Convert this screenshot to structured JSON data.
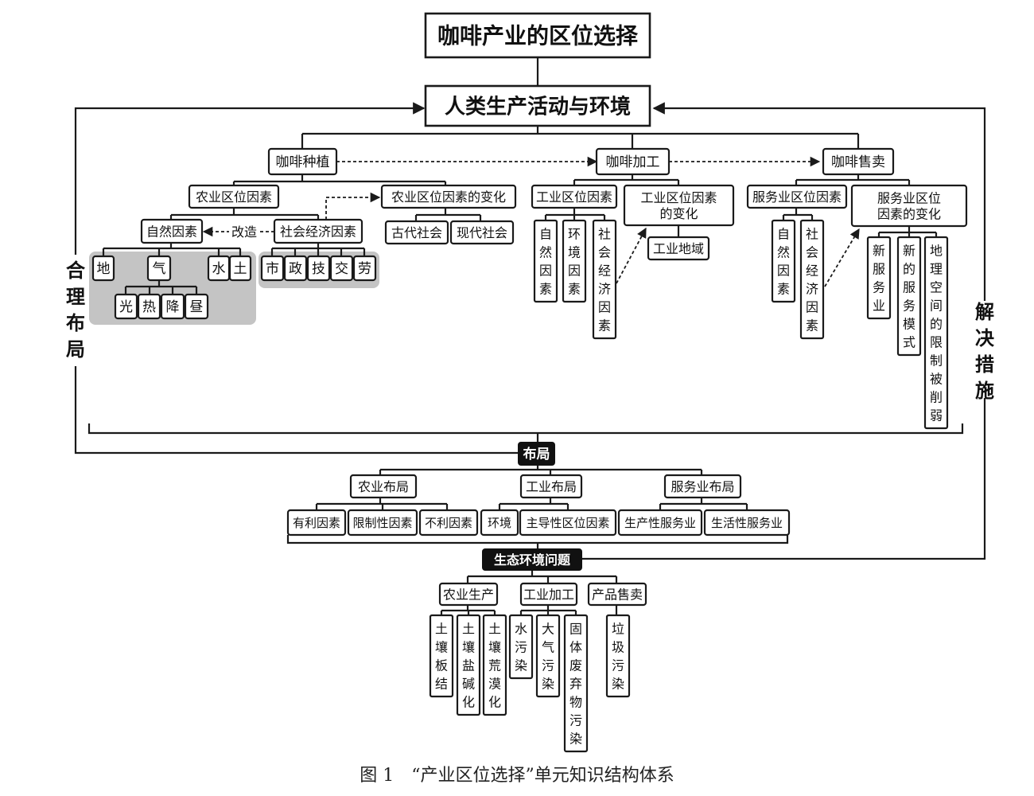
{
  "title": "咖啡产业的区位选择",
  "theme": "人类生产活动与环境",
  "side_left": "合理布局",
  "side_right": "解决措施",
  "production": {
    "planting": "咖啡种植",
    "processing": "咖啡加工",
    "selling": "咖啡售卖"
  },
  "agri": {
    "factors": "农业区位因素",
    "change": "农业区位因素的变化",
    "ancient": "古代社会",
    "modern": "现代社会",
    "natural": "自然因素",
    "transform": "改造",
    "socio": "社会经济因素",
    "terrain": "地",
    "climate": "气",
    "water": "水",
    "soil": "土",
    "light": "光",
    "heat": "热",
    "rain": "降",
    "daynight": "昼",
    "market": "市",
    "policy": "政",
    "tech": "技",
    "transport": "交",
    "labor": "劳"
  },
  "industry": {
    "factors": "工业区位因素",
    "change": [
      "工业区位因素",
      "的变化"
    ],
    "natural": "自然因素",
    "environment": "环境因素",
    "socio": "社会经济因素",
    "region": "工业地域"
  },
  "service": {
    "factors": "服务业区位因素",
    "change": [
      "服务业区位",
      "因素的变化"
    ],
    "natural": "自然因素",
    "socio": "社会经济因素",
    "new_service": "新服务业",
    "new_mode": "新的服务模式",
    "space": "地理空间的限制被削弱"
  },
  "layout": {
    "header": "布局",
    "agri": "农业布局",
    "industry": "工业布局",
    "service": "服务业布局",
    "favorable": "有利因素",
    "limiting": "限制性因素",
    "unfavorable": "不利因素",
    "environment": "环境",
    "dominant": "主导性区位因素",
    "producer": "生产性服务业",
    "consumer": "生活性服务业"
  },
  "eco": {
    "header": "生态环境问题",
    "agri": "农业生产",
    "industry": "工业加工",
    "selling": "产品售卖",
    "compaction": "土壤板结",
    "salinization": "土壤盐碱化",
    "desertification": "土壤荒漠化",
    "water_pollution": "水污染",
    "air_pollution": "大气污染",
    "solid_waste": "固体废弃物污染",
    "garbage": "垃圾污染"
  },
  "caption": "图 1　“产业区位选择”单元知识结构体系"
}
